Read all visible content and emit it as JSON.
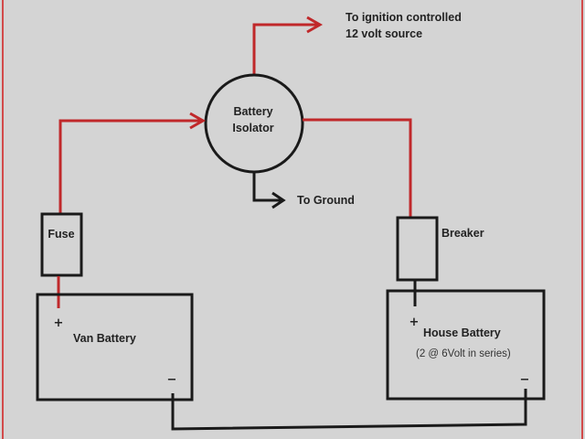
{
  "diagram": {
    "title": "Dual battery isolator wiring",
    "colors": {
      "background": "#d4d4d4",
      "positive_wire": "#c0282a",
      "negative_wire": "#1a1a1a",
      "frame": "#d24a4a"
    },
    "labels": {
      "ignition_line1": "To ignition controlled",
      "ignition_line2": "12 volt source",
      "isolator_line1": "Battery",
      "isolator_line2": "Isolator",
      "ground": "To Ground",
      "fuse": "Fuse",
      "breaker": "Breaker",
      "van_battery": "Van Battery",
      "house_battery": "House Battery",
      "house_battery_note": "(2 @ 6Volt in series)",
      "plus": "+",
      "minus": "−"
    },
    "components": [
      {
        "id": "battery-isolator",
        "type": "circle"
      },
      {
        "id": "fuse",
        "type": "box"
      },
      {
        "id": "breaker",
        "type": "box"
      },
      {
        "id": "van-battery",
        "type": "box"
      },
      {
        "id": "house-battery",
        "type": "box"
      }
    ],
    "connections": [
      {
        "from": "van-battery(+)",
        "to": "fuse",
        "wire": "positive"
      },
      {
        "from": "fuse",
        "to": "battery-isolator",
        "wire": "positive"
      },
      {
        "from": "battery-isolator",
        "to": "ignition-source",
        "wire": "positive"
      },
      {
        "from": "battery-isolator",
        "to": "breaker",
        "wire": "positive"
      },
      {
        "from": "breaker",
        "to": "house-battery(+)",
        "wire": "negative"
      },
      {
        "from": "battery-isolator",
        "to": "ground",
        "wire": "negative"
      },
      {
        "from": "van-battery(-)",
        "to": "house-battery(-)",
        "wire": "negative"
      }
    ]
  }
}
